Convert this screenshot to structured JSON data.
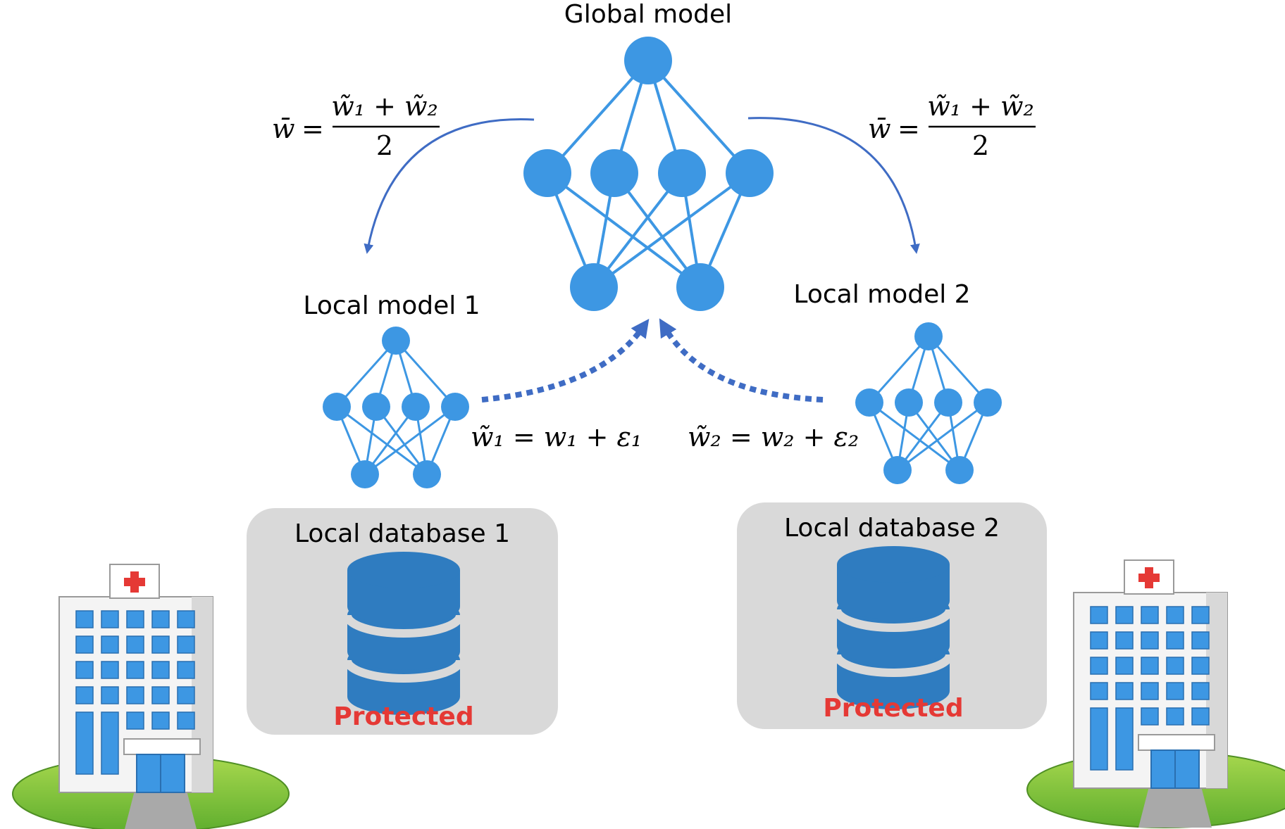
{
  "labels": {
    "global_model": "Global model",
    "local_model_1": "Local model 1",
    "local_model_2": "Local model 2",
    "local_database_1": "Local database 1",
    "local_database_2": "Local database 2",
    "protected_1": "Protected",
    "protected_2": "Protected"
  },
  "formulas": {
    "avg_left": {
      "lhs": "w̄",
      "eq": "=",
      "num": "w̃₁ + w̃₂",
      "den": "2"
    },
    "avg_right": {
      "lhs": "w̄",
      "eq": "=",
      "num": "w̃₁ + w̃₂",
      "den": "2"
    },
    "noise_1": "w̃₁ = w₁ + ε₁",
    "noise_2": "w̃₂ = w₂ + ε₂"
  },
  "colors": {
    "node": "#3d97e3",
    "edge": "#3d97e3",
    "arrow": "#3f6cc4",
    "database": "#2f7cc0",
    "db_panel": "#d9d9d9",
    "protected_text": "#e53935",
    "hospital_cross": "#e53935",
    "grass": "#7cc242"
  },
  "icons": {
    "database": "database-icon",
    "hospital": "hospital-building-icon"
  }
}
